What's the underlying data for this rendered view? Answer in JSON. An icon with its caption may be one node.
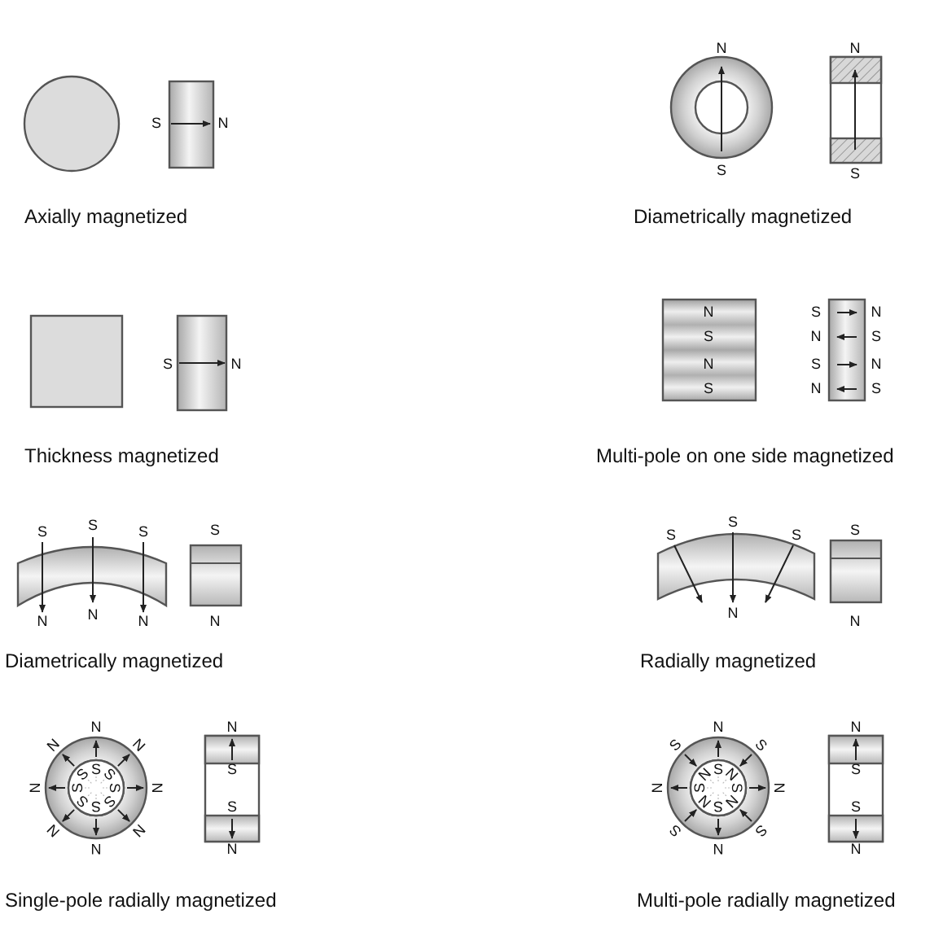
{
  "diagram": {
    "labels": [
      "S",
      "N",
      "Axially magnetized",
      "N",
      "N",
      "S",
      "S",
      "Diametrically magnetized",
      "S",
      "N",
      "Thickness magnetized",
      "N",
      "S",
      "N",
      "S",
      "N",
      "S",
      "N",
      "S",
      "N",
      "S",
      "N",
      "S",
      "Multi-pole on one side magnetized",
      "S",
      "S",
      "S",
      "S",
      "N",
      "N",
      "N",
      "N",
      "Diametrically magnetized",
      "S",
      "S",
      "S",
      "S",
      "N",
      "N",
      "Radially magnetized",
      "N",
      "N",
      "N",
      "S",
      "S",
      "S",
      "N",
      "S",
      "S",
      "N",
      "S",
      "S",
      "S",
      "N",
      "N",
      "N",
      "N",
      "S",
      "S",
      "N",
      "Single-pole radially magnetized",
      "N",
      "S",
      "S",
      "N",
      "S",
      "N",
      "N",
      "S",
      "S",
      "N",
      "N",
      "S",
      "N",
      "S",
      "S",
      "N",
      "N",
      "S",
      "S",
      "N",
      "Multi-pole radially magnetized"
    ]
  }
}
